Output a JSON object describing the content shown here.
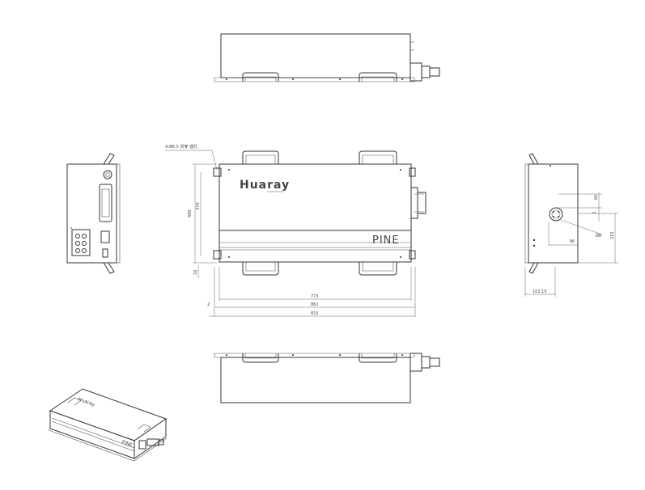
{
  "drawing": {
    "brand_logo": "Huaray",
    "model_label": "PINE",
    "annotations": {
      "mounting_holes": "4-Ø6.5 贯穿 通孔",
      "front_height": "490",
      "front_height_inner": "370",
      "front_bottom_offset": "16",
      "front_left_offset": "2",
      "width_inner": "773",
      "width_mid": "861",
      "width_total": "815",
      "right_dim_top": "65",
      "right_dim_angle": "3",
      "right_dim_mid": "96",
      "right_dim_bottom_label": "Ø8",
      "right_dim_height": "215",
      "right_dim_width": "102.15"
    }
  }
}
